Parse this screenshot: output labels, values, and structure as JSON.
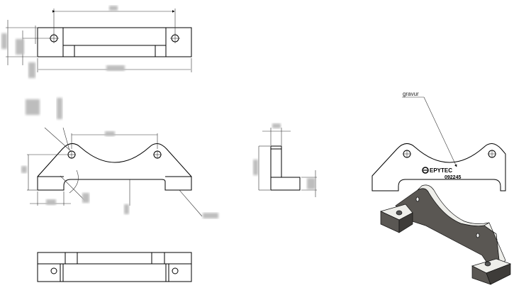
{
  "drawing": {
    "views": [
      "top-view",
      "front-view",
      "side-view",
      "bottom-view",
      "engraving-view",
      "isometric-view"
    ],
    "annotation": {
      "label": "gravur"
    },
    "engraving": {
      "brand": "EPYTEC",
      "number": "092245"
    },
    "colors": {
      "line": "#000000",
      "dimension_blur": "#bdbdbd",
      "iso_dark": "#5a5753",
      "iso_light": "#eeeeea"
    }
  }
}
